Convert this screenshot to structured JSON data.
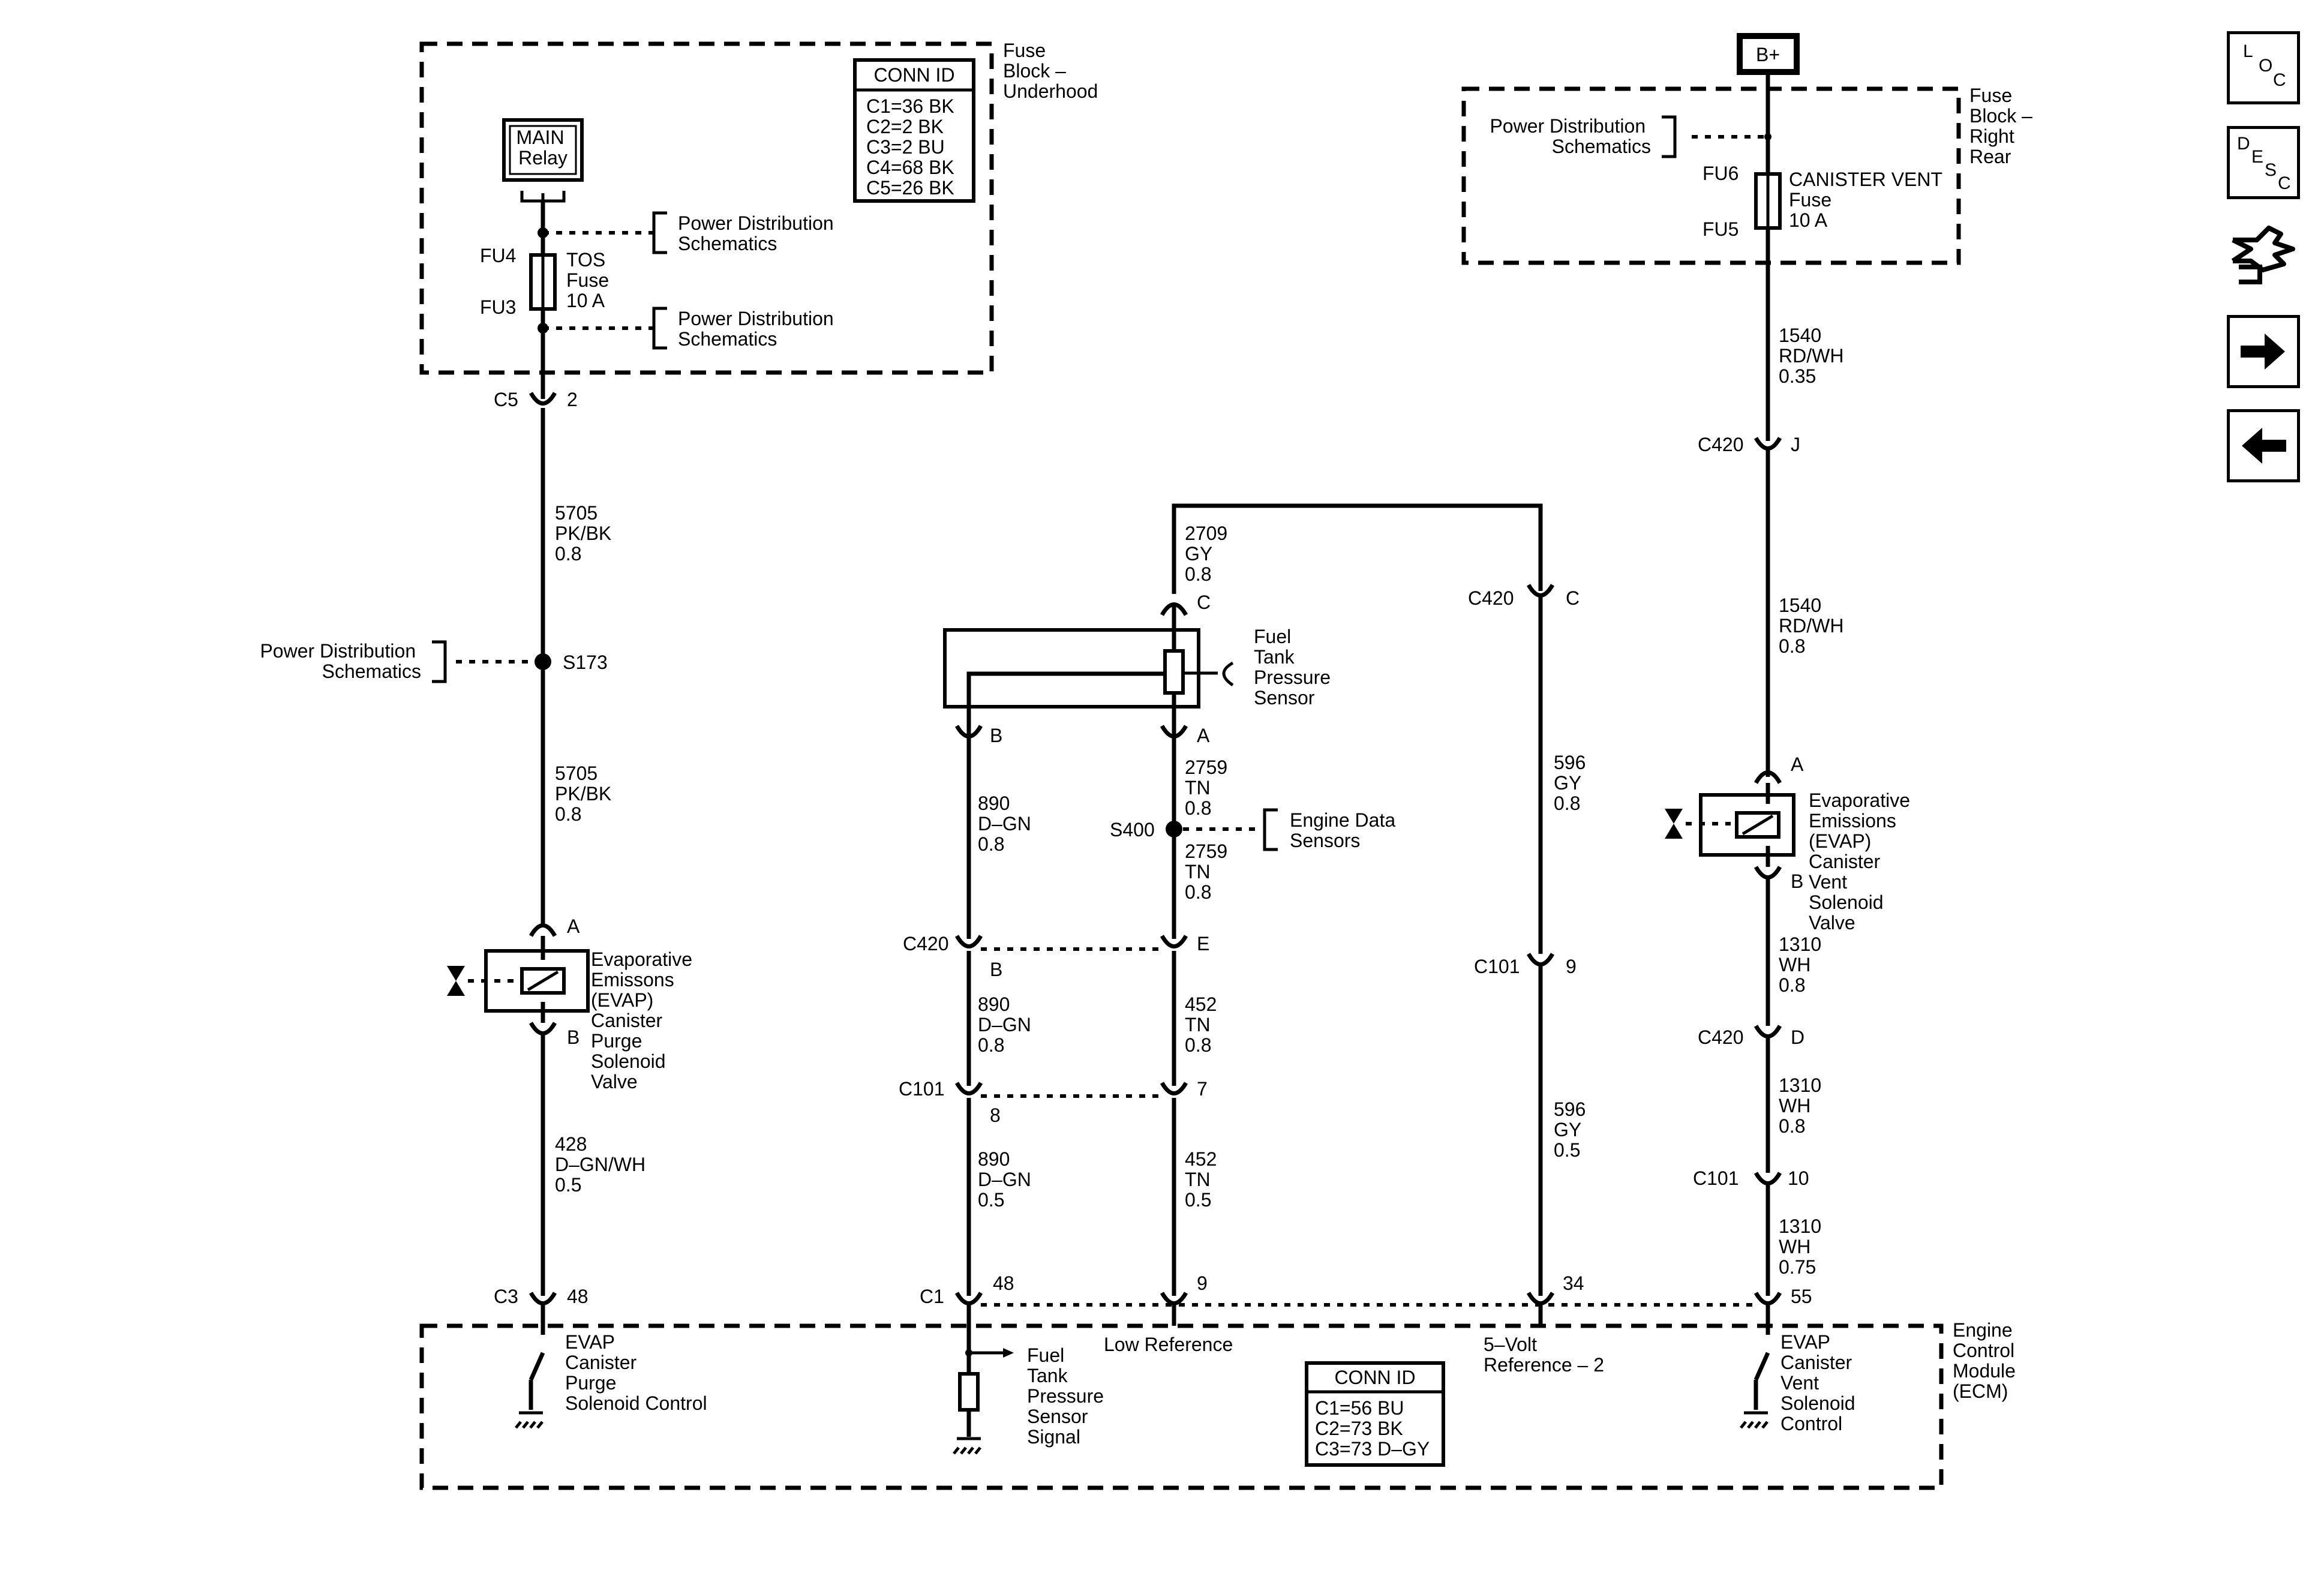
{
  "fuse_block_underhood": {
    "title_lines": [
      "Fuse",
      "Block –",
      "Underhood"
    ],
    "conn_id_title": "CONN ID",
    "conn_ids": [
      "C1=36 BK",
      "C2=2 BK",
      "C3=2 BU",
      "C4=68 BK",
      "C5=26 BK"
    ],
    "main_relay_lines": [
      "MAIN",
      "Relay"
    ],
    "fu4": "FU4",
    "fu3": "FU3",
    "fuse_lines": [
      "TOS",
      "Fuse",
      "10 A"
    ],
    "pd_upper_lines": [
      "Power Distribution",
      "Schematics"
    ],
    "pd_lower_lines": [
      "Power Distribution",
      "Schematics"
    ],
    "c5": "C5",
    "c5_pin": "2"
  },
  "left_branch": {
    "wire_upper_lines": [
      "5705",
      "PK/BK",
      "0.8"
    ],
    "splice": "S173",
    "pd_lines": [
      "Power Distribution",
      "Schematics"
    ],
    "wire_lower_lines": [
      "5705",
      "PK/BK",
      "0.8"
    ],
    "pin_a": "A",
    "pin_b": "B",
    "valve_lines": [
      "Evaporative",
      "Emissons",
      "(EVAP)",
      "Canister",
      "Purge",
      "Solenoid",
      "Valve"
    ],
    "wire_bottom_lines": [
      "428",
      "D–GN/WH",
      "0.5"
    ],
    "c3": "C3",
    "c3_pin": "48"
  },
  "center_branch": {
    "wire_top_lines": [
      "2709",
      "GY",
      "0.8"
    ],
    "pin_c": "C",
    "sensor_lines": [
      "Fuel",
      "Tank",
      "Pressure",
      "Sensor"
    ],
    "pin_b": "B",
    "pin_a": "A",
    "wire_890_a_lines": [
      "890",
      "D–GN",
      "0.8"
    ],
    "wire_2759_a_lines": [
      "2759",
      "TN",
      "0.8"
    ],
    "splice": "S400",
    "eds_lines": [
      "Engine Data",
      "Sensors"
    ],
    "wire_2759_b_lines": [
      "2759",
      "TN",
      "0.8"
    ],
    "c420": "C420",
    "c420_pin_b": "B",
    "c420_pin_e": "E",
    "wire_890_b_lines": [
      "890",
      "D–GN",
      "0.8"
    ],
    "wire_452_a_lines": [
      "452",
      "TN",
      "0.8"
    ],
    "c101": "C101",
    "c101_pin_8": "8",
    "c101_pin_7": "7",
    "wire_890_c_lines": [
      "890",
      "D–GN",
      "0.5"
    ],
    "wire_452_b_lines": [
      "452",
      "TN",
      "0.5"
    ],
    "c1": "C1",
    "c1_pin_48": "48",
    "c1_pin_9": "9"
  },
  "right_center_branch": {
    "c420": "C420",
    "c420_pin": "C",
    "wire_upper_lines": [
      "596",
      "GY",
      "0.8"
    ],
    "c101": "C101",
    "c101_pin": "9",
    "wire_lower_lines": [
      "596",
      "GY",
      "0.5"
    ],
    "ecm_pin": "34"
  },
  "fuse_block_right_rear": {
    "battery": "B+",
    "title_lines": [
      "Fuse",
      "Block –",
      "Right",
      "Rear"
    ],
    "pd_lines": [
      "Power Distribution",
      "Schematics"
    ],
    "fu6": "FU6",
    "fu5": "FU5",
    "fuse_lines": [
      "CANISTER VENT",
      "Fuse",
      "10 A"
    ]
  },
  "right_branch": {
    "wire_1540_a_lines": [
      "1540",
      "RD/WH",
      "0.35"
    ],
    "c420_j": "C420",
    "c420_j_pin": "J",
    "wire_1540_b_lines": [
      "1540",
      "RD/WH",
      "0.8"
    ],
    "pin_a": "A",
    "pin_b": "B",
    "valve_lines": [
      "Evaporative",
      "Emissions",
      "(EVAP)",
      "Canister",
      "Vent",
      "Solenoid",
      "Valve"
    ],
    "wire_1310_a_lines": [
      "1310",
      "WH",
      "0.8"
    ],
    "c420_d": "C420",
    "c420_d_pin": "D",
    "wire_1310_b_lines": [
      "1310",
      "WH",
      "0.8"
    ],
    "c101": "C101",
    "c101_pin": "10",
    "wire_1310_c_lines": [
      "1310",
      "WH",
      "0.75"
    ],
    "ecm_pin": "55"
  },
  "ecm": {
    "title_lines": [
      "Engine",
      "Control",
      "Module",
      "(ECM)"
    ],
    "purge_lines": [
      "EVAP",
      "Canister",
      "Purge",
      "Solenoid Control"
    ],
    "fuel_signal_lines": [
      "Fuel",
      "Tank",
      "Pressure",
      "Sensor",
      "Signal"
    ],
    "low_reference": "Low Reference",
    "five_volt_lines": [
      "5–Volt",
      "Reference – 2"
    ],
    "vent_lines": [
      "EVAP",
      "Canister",
      "Vent",
      "Solenoid",
      "Control"
    ],
    "conn_id_title": "CONN ID",
    "conn_ids": [
      "C1=56 BU",
      "C2=73 BK",
      "C3=73 D–GY"
    ]
  },
  "nav": {
    "loc": [
      "L",
      "O",
      "C"
    ],
    "desc": [
      "D",
      "E",
      "S",
      "C"
    ]
  }
}
